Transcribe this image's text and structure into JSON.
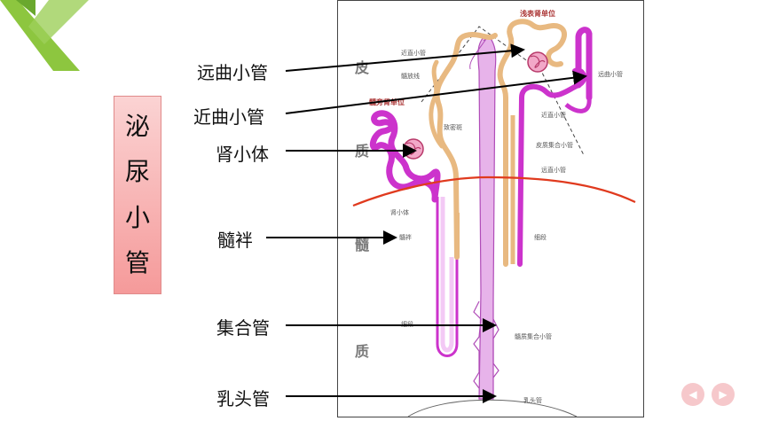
{
  "title_chars": [
    "泌",
    "尿",
    "小",
    "管"
  ],
  "labels": {
    "distal_tubule": "远曲小管",
    "proximal_tubule": "近曲小管",
    "renal_corpuscle": "肾小体",
    "loop_of_henle": "髓袢",
    "collecting_duct": "集合管",
    "papillary_duct": "乳头管"
  },
  "diagram": {
    "region_cortex_1": "皮",
    "region_cortex_2": "质",
    "region_medulla_1": "髓",
    "region_medulla_2": "质",
    "superficial_unit": "浅表肾单位",
    "juxtamedullary_unit": "髓旁肾单位",
    "proximal_straight_top": "近直小管",
    "medullary_ray": "髓放线",
    "macula_densa": "致密斑",
    "distal_convoluted": "远曲小管",
    "proximal_straight_right": "近直小管",
    "cortical_collecting": "皮质集合小管",
    "distal_straight": "远直小管",
    "corpuscle": "肾小体",
    "loop": "髓袢",
    "thin_segment_right": "细段",
    "thin_segment_left": "细段",
    "medullary_collecting": "髓质集合小管",
    "papillary": "乳头管"
  },
  "nav": {
    "prev_icon": "triangle-left-icon",
    "next_icon": "triangle-right-icon"
  },
  "colors": {
    "accent_green": "#8dc63f",
    "title_bg": "#f59a9a",
    "tubule_magenta": "#cc33cc",
    "tubule_tan": "#e8b981",
    "boundary_red": "#e03a1e"
  }
}
